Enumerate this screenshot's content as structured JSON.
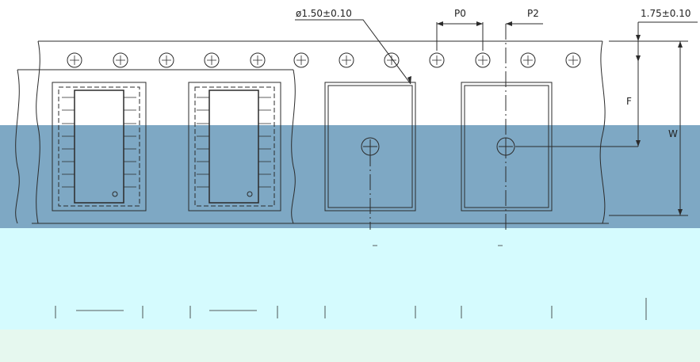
{
  "colors": {
    "background": "#ffffff",
    "band_mid": "#7ea8c4",
    "band_low": "#d5fbfe",
    "band_bottom": "#e6f8ef",
    "line": "#2b2b2b"
  },
  "labels": {
    "hole_diameter": "ø1.50±0.10",
    "pitch_p0": "P0",
    "pitch_p2": "P2",
    "edge_offset": "1.75±0.10",
    "dim_f": "F",
    "dim_w": "W"
  }
}
